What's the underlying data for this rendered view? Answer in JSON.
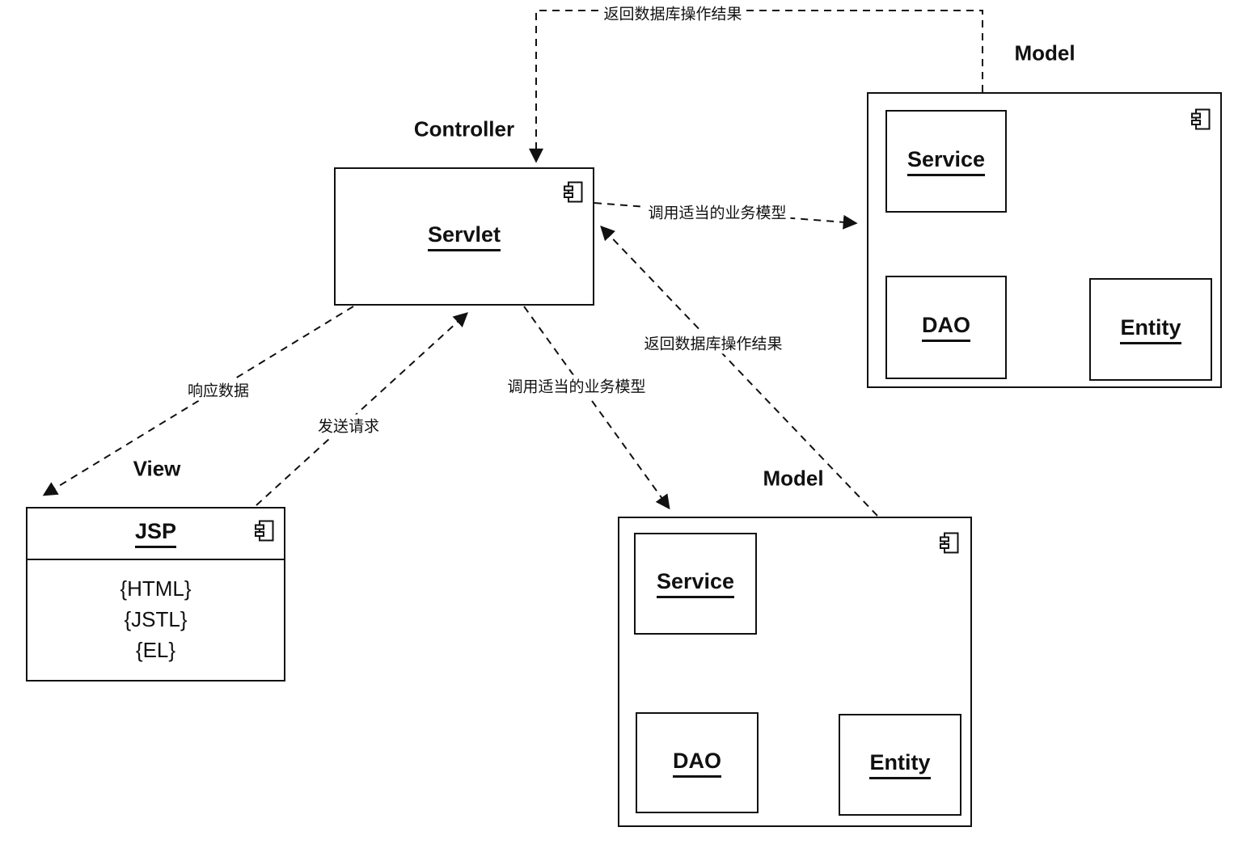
{
  "controller": {
    "title": "Controller",
    "component": "Servlet"
  },
  "view": {
    "title": "View",
    "component": "JSP",
    "stereotypes": [
      "{HTML}",
      "{JSTL}",
      "{EL}"
    ]
  },
  "model_top": {
    "title": "Model",
    "service": "Service",
    "dao": "DAO",
    "entity": "Entity"
  },
  "model_bottom": {
    "title": "Model",
    "service": "Service",
    "dao": "DAO",
    "entity": "Entity"
  },
  "edges": {
    "return_db_top": "返回数据库操作结果",
    "call_model_top": "调用适当的业务模型",
    "return_db_mid": "返回数据库操作结果",
    "call_model_mid": "调用适当的业务模型",
    "respond_data": "响应数据",
    "send_request": "发送请求"
  },
  "colors": {
    "line": "#111111",
    "background": "#ffffff"
  }
}
